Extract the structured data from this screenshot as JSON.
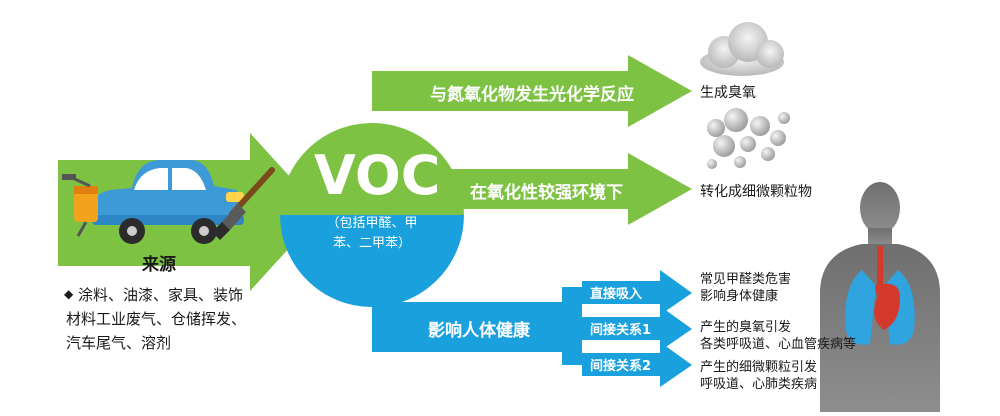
{
  "voc": {
    "title": "VOC",
    "subtitle_line1": "（包括甲醛、甲",
    "subtitle_line2": "苯、二甲苯）",
    "green": "#7dc243",
    "blue": "#1aa0dc"
  },
  "source": {
    "heading": "来源",
    "bullet": "◆",
    "lines": [
      "涂料、油漆、家具、装饰",
      "材料工业废气、仓储挥发、",
      "汽车尾气、溶剂"
    ]
  },
  "branches": {
    "top": {
      "label": "与氮氧化物发生光化学反应",
      "result": "生成臭氧",
      "icon": "cloud-icon"
    },
    "middle": {
      "label": "在氧化性较强环境下",
      "result": "转化成细微颗粒物",
      "icon": "particles-icon"
    },
    "bottom": {
      "label": "影响人体健康",
      "icon": "human-lungs-heart-icon",
      "sub": [
        {
          "label": "直接吸入",
          "result_line1": "常见甲醛类危害",
          "result_line2": "影响身体健康"
        },
        {
          "label": "间接关系1",
          "result_line1": "产生的臭氧引发",
          "result_line2": "各类呼吸道、心血管疾病等"
        },
        {
          "label": "间接关系2",
          "result_line1": "产生的细微颗粒引发",
          "result_line2": "呼吸道、心肺类疾病"
        }
      ]
    }
  }
}
